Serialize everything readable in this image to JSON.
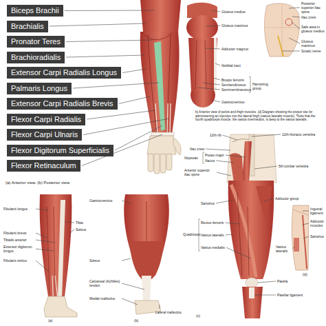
{
  "diagram": {
    "caption": "b) Anterior view of pelvis and thigh muscles. (d) Diagram showing the proper site for administering an injection into the lateral thigh (vastus lateralis muscle). *Note that the fourth quadriceps muscle, the vastus intermedius, is deep to the vastus lateralis.",
    "nodes": [
      {
        "text": [
          "Biceps Brachii"
        ]
      },
      {
        "text": [
          "Brachialis"
        ]
      },
      {
        "text": [
          "Pronator Teres"
        ]
      },
      {
        "text": [
          "Brachioradialis"
        ]
      },
      {
        "text": [
          "Extensor Carpi Radialis Longus"
        ]
      },
      {
        "text": [
          "Palmaris Longus"
        ]
      },
      {
        "text": [
          "Extensor Carpi Radialis Brevis"
        ]
      },
      {
        "text": [
          "Flexor Carpi Radialis"
        ]
      },
      {
        "text": [
          "Flexor Carpi Ulnaris"
        ]
      },
      {
        "text": [
          "Flexor Digitorum Superficialis"
        ]
      },
      {
        "text": [
          "Flexor Retinaculum"
        ]
      }
    ],
    "labels": [
      "(a) Anterior view. (b) Posterior view.",
      "Gluteus medius",
      "Gluteus maximus",
      "Adductor magnus",
      "Iliotibial tract",
      "Biceps femoris",
      "Semitendinosus",
      "Semimembranosus",
      "Hamstring group",
      "Gastrocnemius",
      "Posterior superior iliac spine",
      "Iliac crest",
      "Safe area in gluteus medius",
      "Gluteus maximus",
      "Sciatic nerve",
      "Fibularis longus",
      "Fibularis brevis",
      "Tibialis anterior",
      "Extensor digitorum longus",
      "Fibularis tertius",
      "Tibia",
      "Soleus",
      "Gastrocnemius",
      "Soleus",
      "Calcaneal (Achilles) tendon",
      "Medial malleolus",
      "Lateral malleolus",
      "(a)",
      "(b)",
      "12th rib",
      "12th thoracic vertebra",
      "Iliac crest",
      "Psoas major",
      "Iliacus",
      "Iliopsoas",
      "5th lumbar vertebra",
      "Anterior superior iliac spine",
      "Sartorius",
      "Adductor group",
      "Quadriceps",
      "Rectus femoris",
      "Vastus lateralis",
      "Vastus medialis",
      "Patella",
      "Patellar ligament",
      "(c)",
      "Inguinal ligament",
      "Adductor muscles",
      "Sartorius",
      "Vastus lateralis",
      "(d)"
    ]
  }
}
